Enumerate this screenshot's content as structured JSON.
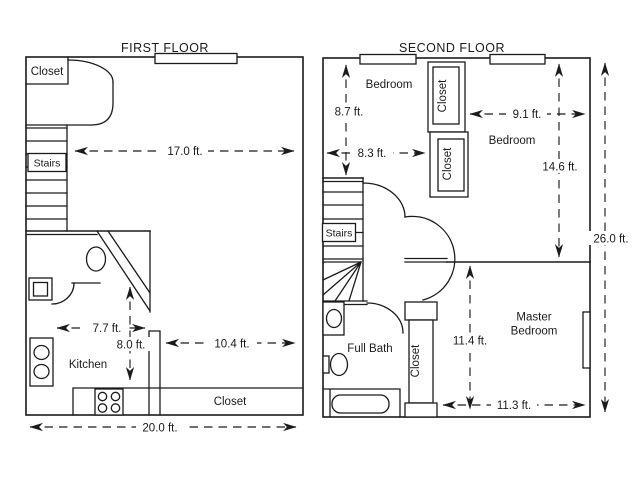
{
  "page": {
    "background": "#ffffff",
    "ink": "#1b1b1b"
  },
  "first_floor": {
    "title": "FIRST FLOOR",
    "rooms": {
      "entry_closet": "Closet",
      "stairs": "Stairs",
      "kitchen": "Kitchen",
      "back_closet": "Closet"
    },
    "dims": {
      "living_width": "17.0 ft.",
      "kitchen_width": "7.7 ft.",
      "kitchen_depth": "8.0 ft.",
      "dining_width": "10.4 ft.",
      "overall_width": "20.0 ft."
    }
  },
  "second_floor": {
    "title": "SECOND FLOOR",
    "rooms": {
      "front_bedroom": "Bedroom",
      "upper_closet": "Closet",
      "lower_closet": "Closet",
      "right_bedroom": "Bedroom",
      "stairs": "Stairs",
      "full_bath": "Full Bath",
      "bath_closet": "Closet",
      "master_line1": "Master",
      "master_line2": "Bedroom"
    },
    "dims": {
      "front_bedroom_depth": "8.7 ft.",
      "front_bedroom_width": "8.3 ft.",
      "right_bedroom_width": "9.1 ft.",
      "upper_depth": "14.6 ft.",
      "overall_depth": "26.0 ft.",
      "master_depth": "11.4 ft.",
      "master_width": "11.3 ft."
    }
  }
}
